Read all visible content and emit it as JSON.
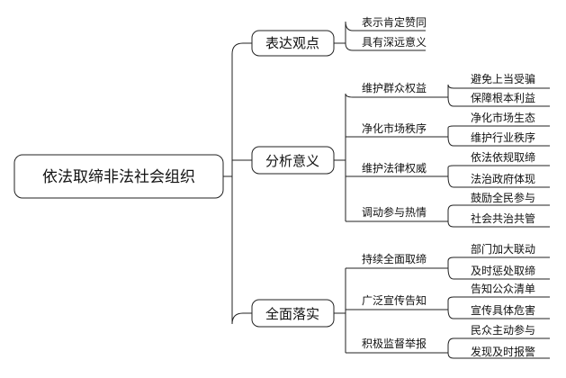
{
  "root": {
    "label": "依法取缔非法社会组织"
  },
  "branches": [
    {
      "label": "表达观点",
      "leaves": [
        "表示肯定赞同",
        "具有深远意义"
      ]
    },
    {
      "label": "分析意义",
      "groups": [
        {
          "label": "维护群众权益",
          "leaves": [
            "避免上当受骗",
            "保障根本利益"
          ]
        },
        {
          "label": "净化市场秩序",
          "leaves": [
            "净化市场生态",
            "维护行业秩序"
          ]
        },
        {
          "label": "维护法律权威",
          "leaves": [
            "依法依规取缔",
            "法治政府体现"
          ]
        },
        {
          "label": "调动参与热情",
          "leaves": [
            "鼓励全民参与",
            "社会共治共管"
          ]
        }
      ]
    },
    {
      "label": "全面落实",
      "groups": [
        {
          "label": "持续全面取缔",
          "leaves": [
            "部门加大联动",
            "及时惩处取缔"
          ]
        },
        {
          "label": "广泛宣传告知",
          "leaves": [
            "告知公众清单",
            "宣传具体危害"
          ]
        },
        {
          "label": "积极监督举报",
          "leaves": [
            "民众主动参与",
            "发现及时报警"
          ]
        }
      ]
    }
  ]
}
